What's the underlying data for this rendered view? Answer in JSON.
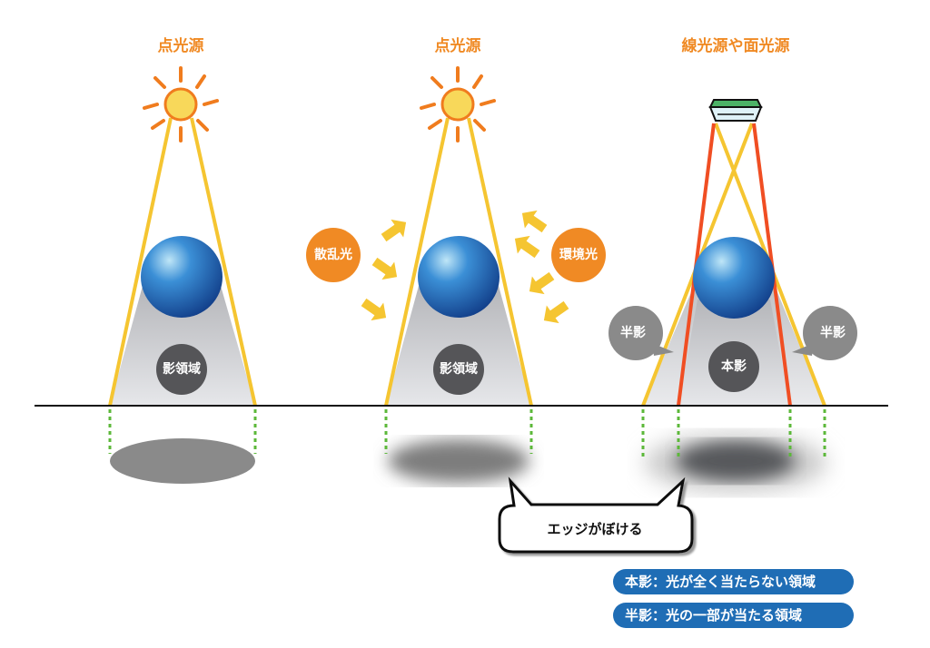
{
  "titles": [
    "点光源",
    "点光源",
    "線光源や面光源"
  ],
  "labels": {
    "shadow_region_1": "影領域",
    "shadow_region_2": "影領域",
    "scattered_light": "散乱光",
    "ambient_light": "環境光",
    "penumbra_left": "半影",
    "penumbra_right": "半影",
    "umbra": "本影"
  },
  "callout": "エッジがぼける",
  "legend": [
    "本影：光が全く当たらない領域",
    "半影：光の一部が当たる領域"
  ],
  "colors": {
    "title": "#f08a24",
    "legend": "#1f6db5",
    "sphere": "#1f6fc0",
    "penumbra": "#8a8a8a",
    "umbra": "#555558"
  }
}
